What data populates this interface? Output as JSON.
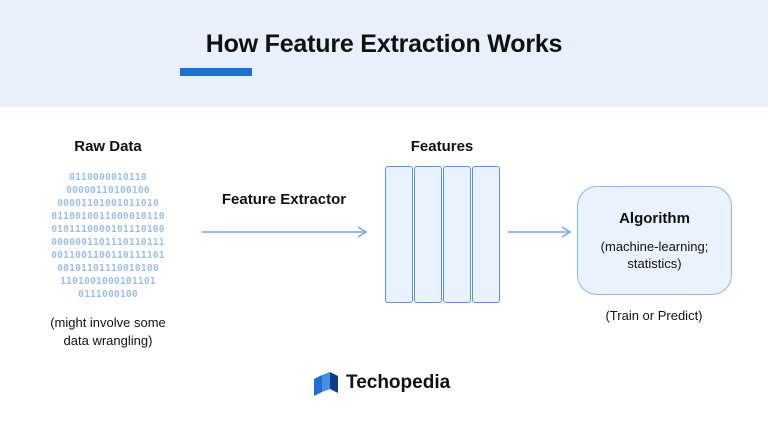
{
  "header": {
    "title": "How Feature Extraction Works",
    "accent_color": "#1d6fd1",
    "background": "#e8f0fb"
  },
  "raw_data": {
    "label": "Raw Data",
    "binary_lines": [
      "0110000010110",
      "00000110100100",
      "00001101001011010",
      "0110010011000010110",
      "0101110000101110100",
      "0000001101110110111",
      "0011001100110111101",
      "00101101110010100",
      "1101001000101101",
      "0111000100"
    ],
    "caption_line1": "(might involve some",
    "caption_line2": "data wrangling)"
  },
  "extractor": {
    "label": "Feature Extractor"
  },
  "features": {
    "label": "Features",
    "column_count": 4
  },
  "algorithm": {
    "title": "Algorithm",
    "subtitle_line1": "(machine-learning;",
    "subtitle_line2": "statistics)",
    "caption": "(Train or Predict)"
  },
  "logo": {
    "name": "Techopedia",
    "icon": "techopedia-logo-icon"
  }
}
